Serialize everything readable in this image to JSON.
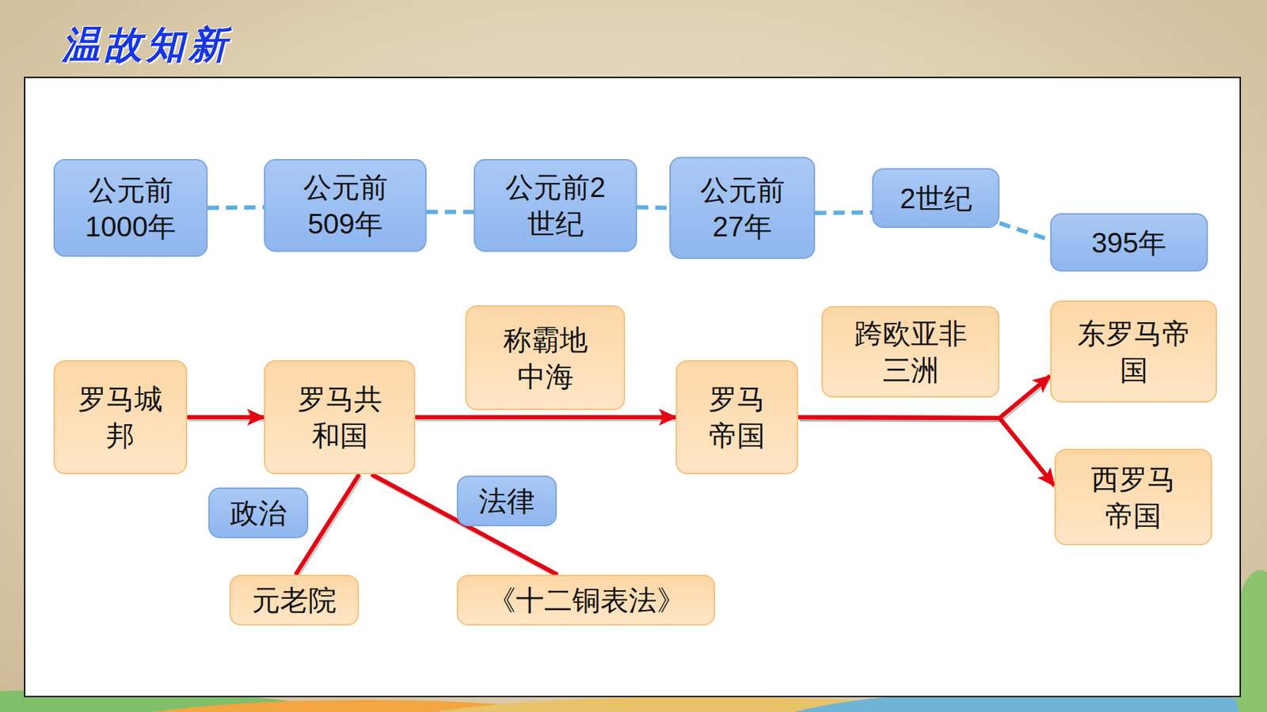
{
  "diagram": {
    "title": "温故知新",
    "nodes": [
      {
        "text": [
          "公元前 1000年"
        ]
      },
      {
        "text": [
          "公元前 509年"
        ]
      },
      {
        "text": [
          "公元前2 世纪"
        ]
      },
      {
        "text": [
          "公元前 27年"
        ]
      },
      {
        "text": [
          "2世纪"
        ]
      },
      {
        "text": [
          "395年"
        ]
      },
      {
        "text": [
          "罗马城邦"
        ]
      },
      {
        "text": [
          "罗马共和国"
        ]
      },
      {
        "text": [
          "称霸地中海"
        ]
      },
      {
        "text": [
          "罗马帝国"
        ]
      },
      {
        "text": [
          "跨欧亚非三洲"
        ]
      },
      {
        "text": [
          "东罗马帝国"
        ]
      },
      {
        "text": [
          "西罗马帝国"
        ]
      },
      {
        "text": [
          "政治"
        ]
      },
      {
        "text": [
          "元老院"
        ]
      },
      {
        "text": [
          "法律"
        ]
      },
      {
        "text": [
          "《十二铜表法》"
        ]
      }
    ],
    "edges": [
      {
        "from": 0,
        "to": 1,
        "arrow": "none"
      },
      {
        "from": 1,
        "to": 2,
        "arrow": "none"
      },
      {
        "from": 2,
        "to": 3,
        "arrow": "none"
      },
      {
        "from": 3,
        "to": 4,
        "arrow": "none"
      },
      {
        "from": 4,
        "to": 5,
        "arrow": "none"
      },
      {
        "from": 6,
        "to": 7,
        "arrow": "to"
      },
      {
        "from": 7,
        "to": 9,
        "arrow": "to"
      },
      {
        "from": 9,
        "to": 11,
        "arrow": "to"
      },
      {
        "from": 9,
        "to": 12,
        "arrow": "to"
      },
      {
        "from": 7,
        "to": 14,
        "arrow": "none"
      },
      {
        "from": 7,
        "to": 16,
        "arrow": "none"
      }
    ]
  }
}
